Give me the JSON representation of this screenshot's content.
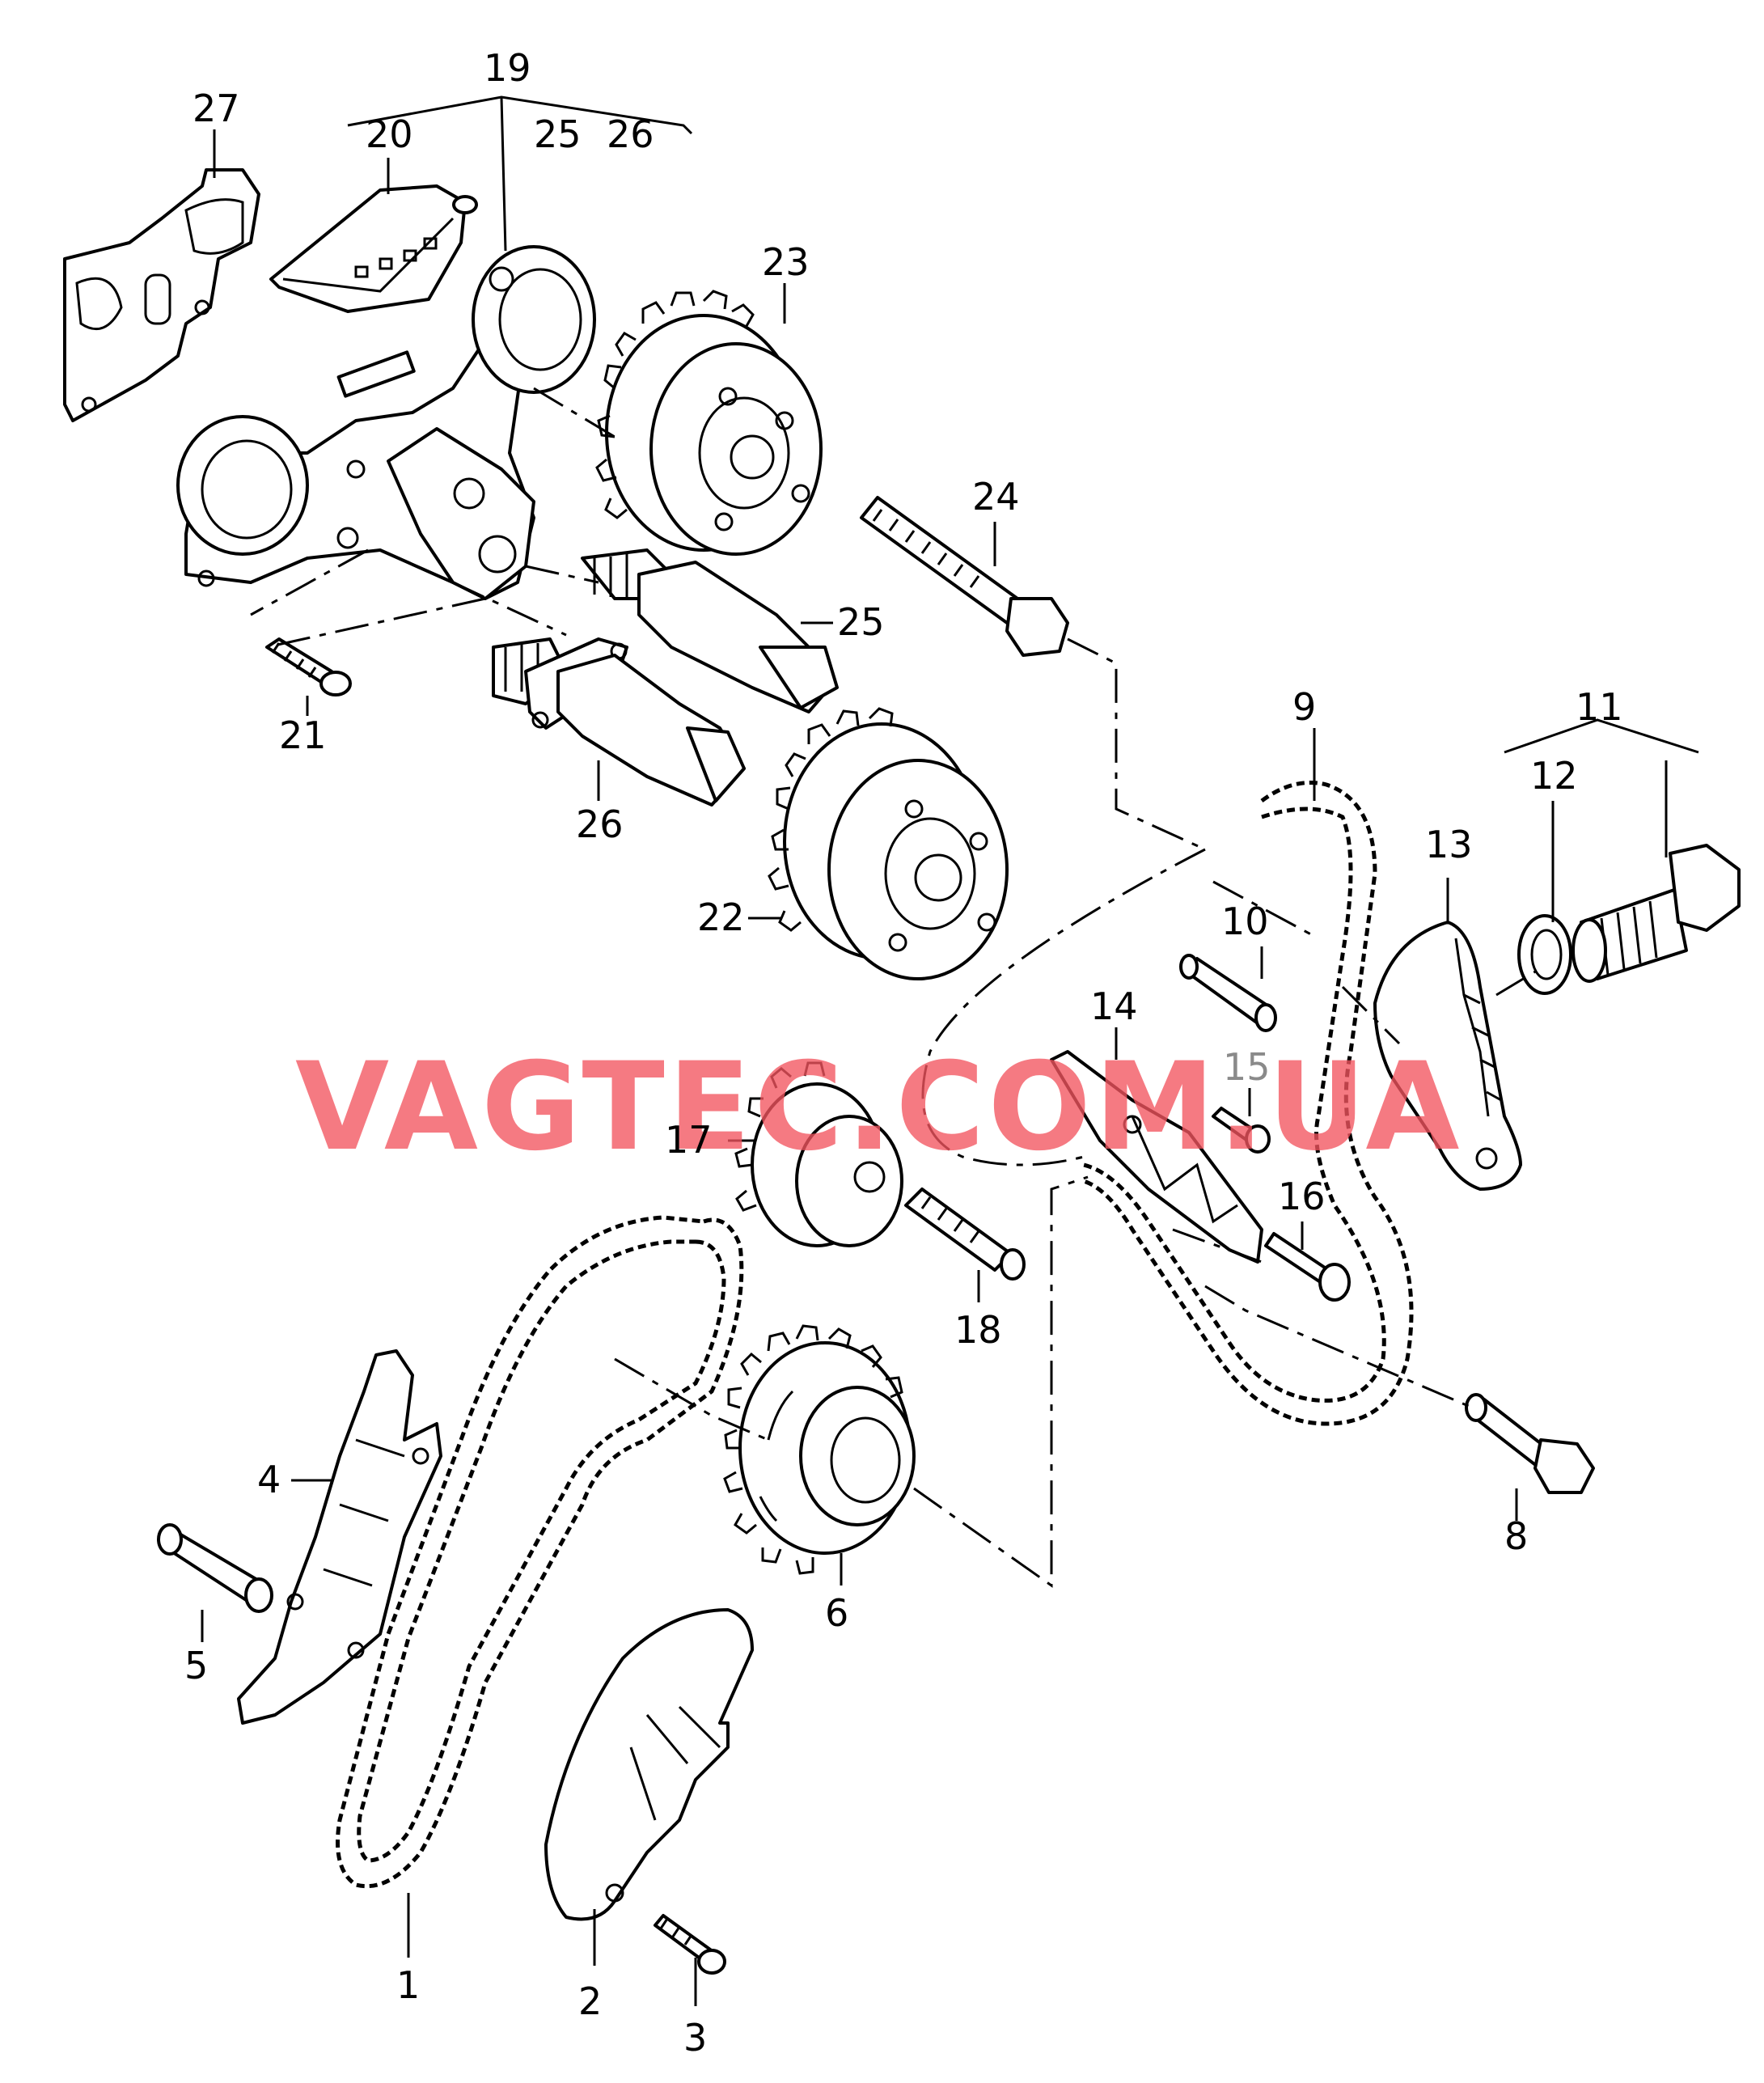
{
  "watermark": "VAGTEC.COM.UA",
  "callouts": {
    "c1": "1",
    "c2": "2",
    "c3": "3",
    "c4": "4",
    "c5": "5",
    "c6": "6",
    "c8": "8",
    "c9": "9",
    "c10": "10",
    "c11": "11",
    "c12": "12",
    "c13": "13",
    "c14": "14",
    "c15": "15",
    "c16": "16",
    "c17": "17",
    "c18": "18",
    "c19": "19",
    "c20": "20",
    "c21": "21",
    "c22": "22",
    "c23": "23",
    "c24": "24",
    "c25": "25",
    "c25b": "25",
    "c26": "26",
    "c26b": "26",
    "c27": "27"
  },
  "colors": {
    "line": "#000000",
    "watermark": "#f2555f",
    "muted_callout": "#8a8a8a"
  }
}
